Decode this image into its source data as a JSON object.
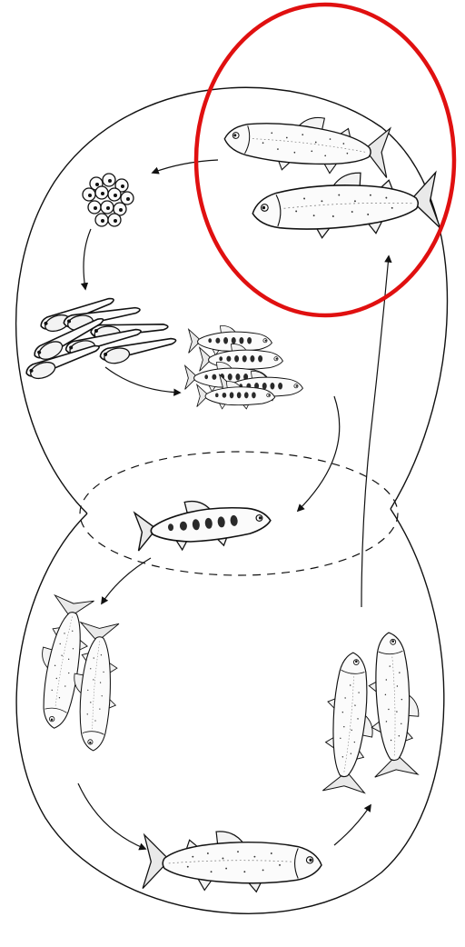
{
  "diagram": {
    "type": "salmon-life-cycle",
    "highlight_color": "#e01010",
    "line_color": "#111111",
    "stages": [
      {
        "id": "spawning-adults",
        "icon": "adult-salmon-pair-icon",
        "highlighted": true
      },
      {
        "id": "eggs",
        "icon": "egg-cluster-icon"
      },
      {
        "id": "alevins",
        "icon": "alevin-icon"
      },
      {
        "id": "fry",
        "icon": "fry-school-icon"
      },
      {
        "id": "parr",
        "icon": "parr-icon"
      },
      {
        "id": "smolts",
        "icon": "smolt-pair-icon"
      },
      {
        "id": "ocean-adult",
        "icon": "ocean-salmon-icon"
      },
      {
        "id": "returning-adults",
        "icon": "returning-salmon-pair-icon"
      }
    ]
  }
}
